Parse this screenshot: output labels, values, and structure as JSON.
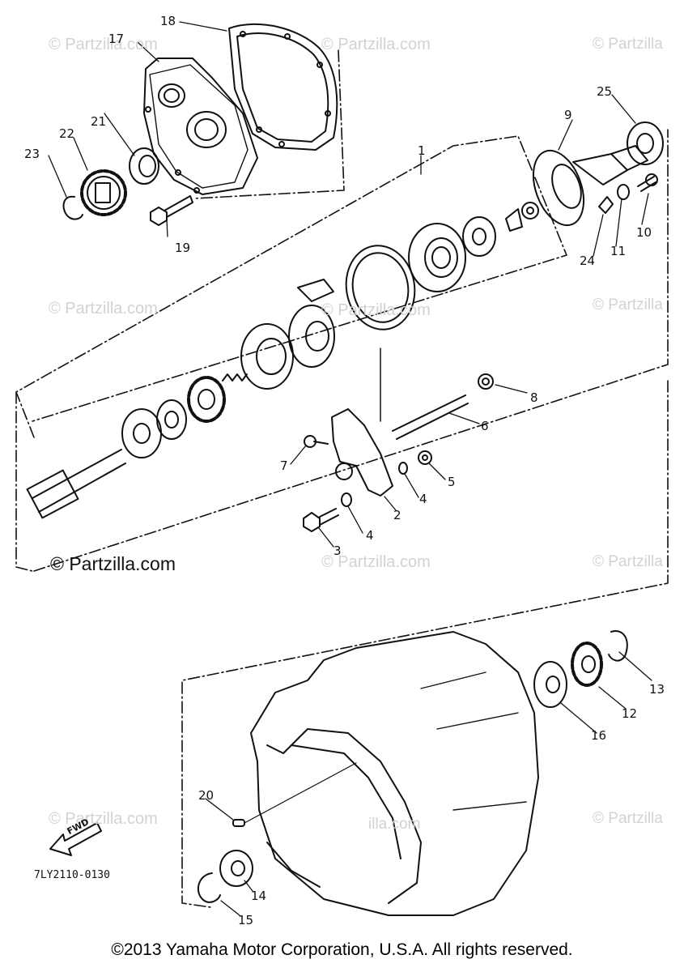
{
  "callouts": {
    "c1": "1",
    "c2": "2",
    "c3": "3",
    "c4a": "4",
    "c4b": "4",
    "c5": "5",
    "c6": "6",
    "c7": "7",
    "c8": "8",
    "c9": "9",
    "c10": "10",
    "c11": "11",
    "c12": "12",
    "c13": "13",
    "c14": "14",
    "c15": "15",
    "c16": "16",
    "c17": "17",
    "c18": "18",
    "c19": "19",
    "c20": "20",
    "c21": "21",
    "c22": "22",
    "c23": "23",
    "c24": "24",
    "c25": "25"
  },
  "watermark": "© Partzilla.com",
  "watermark_mark": "© Partzilla",
  "watermark_tail": "illa.com",
  "main_watermark": "© Partzilla.com",
  "fwd_label": "FWD",
  "diagram_code": "7LY2110-0130",
  "copyright": "©2013 Yamaha Motor Corporation, U.S.A. All rights reserved."
}
